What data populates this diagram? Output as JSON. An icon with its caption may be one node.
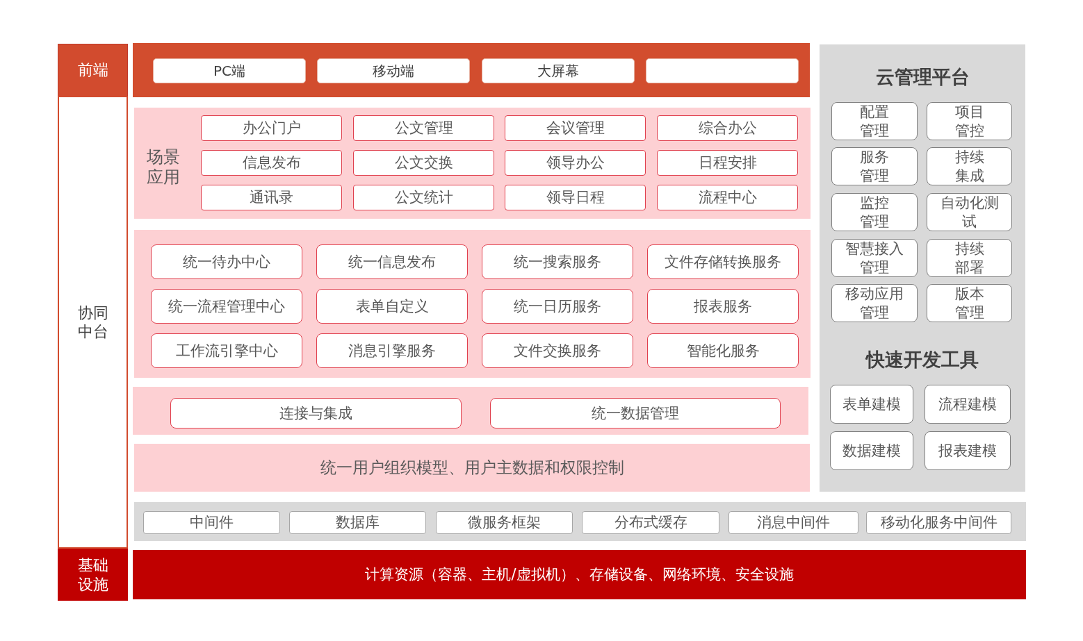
{
  "diagram": {
    "nodes": [
      {
        "text": [
          "前端"
        ]
      },
      {
        "text": [],
        "shape": "band"
      },
      {
        "text": [
          "PC端"
        ],
        "in": 1
      },
      {
        "text": [
          "移动端"
        ],
        "in": 1
      },
      {
        "text": [
          "大屏幕"
        ],
        "in": 1
      },
      {
        "text": [],
        "shape": "box",
        "in": 1
      },
      {
        "text": [
          "协同中台"
        ]
      },
      {
        "text": [
          "场景应用"
        ]
      },
      {
        "text": [
          "办公门户"
        ],
        "in": 7
      },
      {
        "text": [
          "公文管理"
        ],
        "in": 7
      },
      {
        "text": [
          "会议管理"
        ],
        "in": 7
      },
      {
        "text": [
          "综合办公"
        ],
        "in": 7
      },
      {
        "text": [
          "信息发布"
        ],
        "in": 7
      },
      {
        "text": [
          "公文交换"
        ],
        "in": 7
      },
      {
        "text": [
          "领导办公"
        ],
        "in": 7
      },
      {
        "text": [
          "日程安排"
        ],
        "in": 7
      },
      {
        "text": [
          "通讯录"
        ],
        "in": 7
      },
      {
        "text": [
          "公文统计"
        ],
        "in": 7
      },
      {
        "text": [
          "领导日程"
        ],
        "in": 7
      },
      {
        "text": [
          "流程中心"
        ],
        "in": 7
      },
      {
        "text": [],
        "shape": "band"
      },
      {
        "text": [
          "统一待办中心"
        ],
        "in": 20
      },
      {
        "text": [
          "统一信息发布"
        ],
        "in": 20
      },
      {
        "text": [
          "统一搜索服务"
        ],
        "in": 20
      },
      {
        "text": [
          "文件存储转换服务"
        ],
        "in": 20
      },
      {
        "text": [
          "统一流程管理中心"
        ],
        "in": 20
      },
      {
        "text": [
          "表单自定义"
        ],
        "in": 20
      },
      {
        "text": [
          "统一日历服务"
        ],
        "in": 20
      },
      {
        "text": [
          "报表服务"
        ],
        "in": 20
      },
      {
        "text": [
          "工作流引擎中心"
        ],
        "in": 20
      },
      {
        "text": [
          "消息引擎服务"
        ],
        "in": 20
      },
      {
        "text": [
          "文件交换服务"
        ],
        "in": 20
      },
      {
        "text": [
          "智能化服务"
        ],
        "in": 20
      },
      {
        "text": [],
        "shape": "band"
      },
      {
        "text": [
          "连接与集成"
        ],
        "in": 33
      },
      {
        "text": [
          "统一数据管理"
        ],
        "in": 33
      },
      {
        "text": [
          "统一用户组织模型、用户主数据和权限控制"
        ]
      },
      {
        "text": [
          "云管理平台",
          "快速开发工具"
        ]
      },
      {
        "text": [
          "配置管理"
        ],
        "in": 37
      },
      {
        "text": [
          "项目管控"
        ],
        "in": 37
      },
      {
        "text": [
          "服务管理"
        ],
        "in": 37
      },
      {
        "text": [
          "持续集成"
        ],
        "in": 37
      },
      {
        "text": [
          "监控管理"
        ],
        "in": 37
      },
      {
        "text": [
          "自动化测试"
        ],
        "in": 37
      },
      {
        "text": [
          "智慧接入管理"
        ],
        "in": 37
      },
      {
        "text": [
          "持续部署"
        ],
        "in": 37
      },
      {
        "text": [
          "移动应用管理"
        ],
        "in": 37
      },
      {
        "text": [
          "版本管理"
        ],
        "in": 37
      },
      {
        "text": [
          "表单建模"
        ],
        "in": 37
      },
      {
        "text": [
          "流程建模"
        ],
        "in": 37
      },
      {
        "text": [
          "数据建模"
        ],
        "in": 37
      },
      {
        "text": [
          "报表建模"
        ],
        "in": 37
      },
      {
        "text": [],
        "shape": "band"
      },
      {
        "text": [
          "中间件"
        ],
        "in": 52
      },
      {
        "text": [
          "数据库"
        ],
        "in": 52
      },
      {
        "text": [
          "微服务框架"
        ],
        "in": 52
      },
      {
        "text": [
          "分布式缓存"
        ],
        "in": 52
      },
      {
        "text": [
          "消息中间件"
        ],
        "in": 52
      },
      {
        "text": [
          "移动化服务中间件"
        ],
        "in": 52
      },
      {
        "text": [
          "基础设施"
        ]
      },
      {
        "text": [
          "计算资源（容器、主机/虚拟机）、存储设备、网络环境、安全设施"
        ]
      }
    ]
  }
}
